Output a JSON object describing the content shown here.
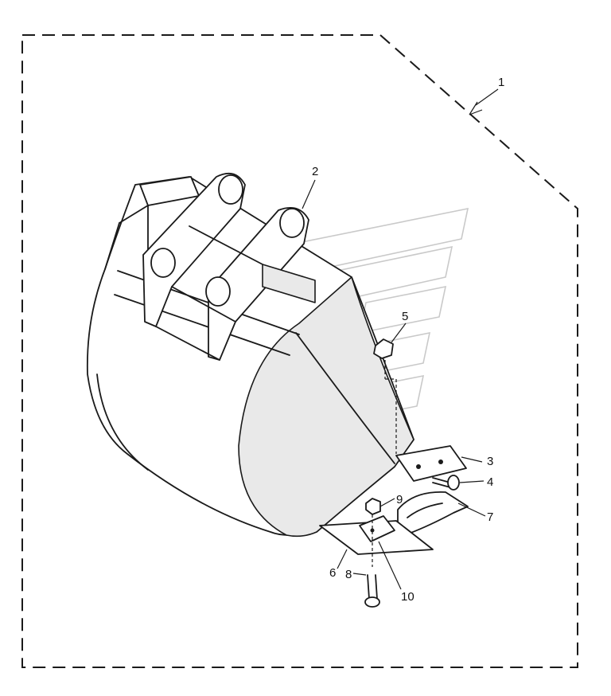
{
  "diagram": {
    "kind": "exploded parts illustration",
    "callouts": [
      {
        "id": "1",
        "label": "1"
      },
      {
        "id": "2",
        "label": "2"
      },
      {
        "id": "3",
        "label": "3"
      },
      {
        "id": "4",
        "label": "4"
      },
      {
        "id": "5",
        "label": "5"
      },
      {
        "id": "6",
        "label": "6"
      },
      {
        "id": "7",
        "label": "7"
      },
      {
        "id": "8",
        "label": "8"
      },
      {
        "id": "9",
        "label": "9"
      },
      {
        "id": "10",
        "label": "10"
      }
    ],
    "colors": {
      "ink": "#1a1a1a",
      "watermark": "#c9c9c9",
      "background": "#ffffff"
    }
  }
}
